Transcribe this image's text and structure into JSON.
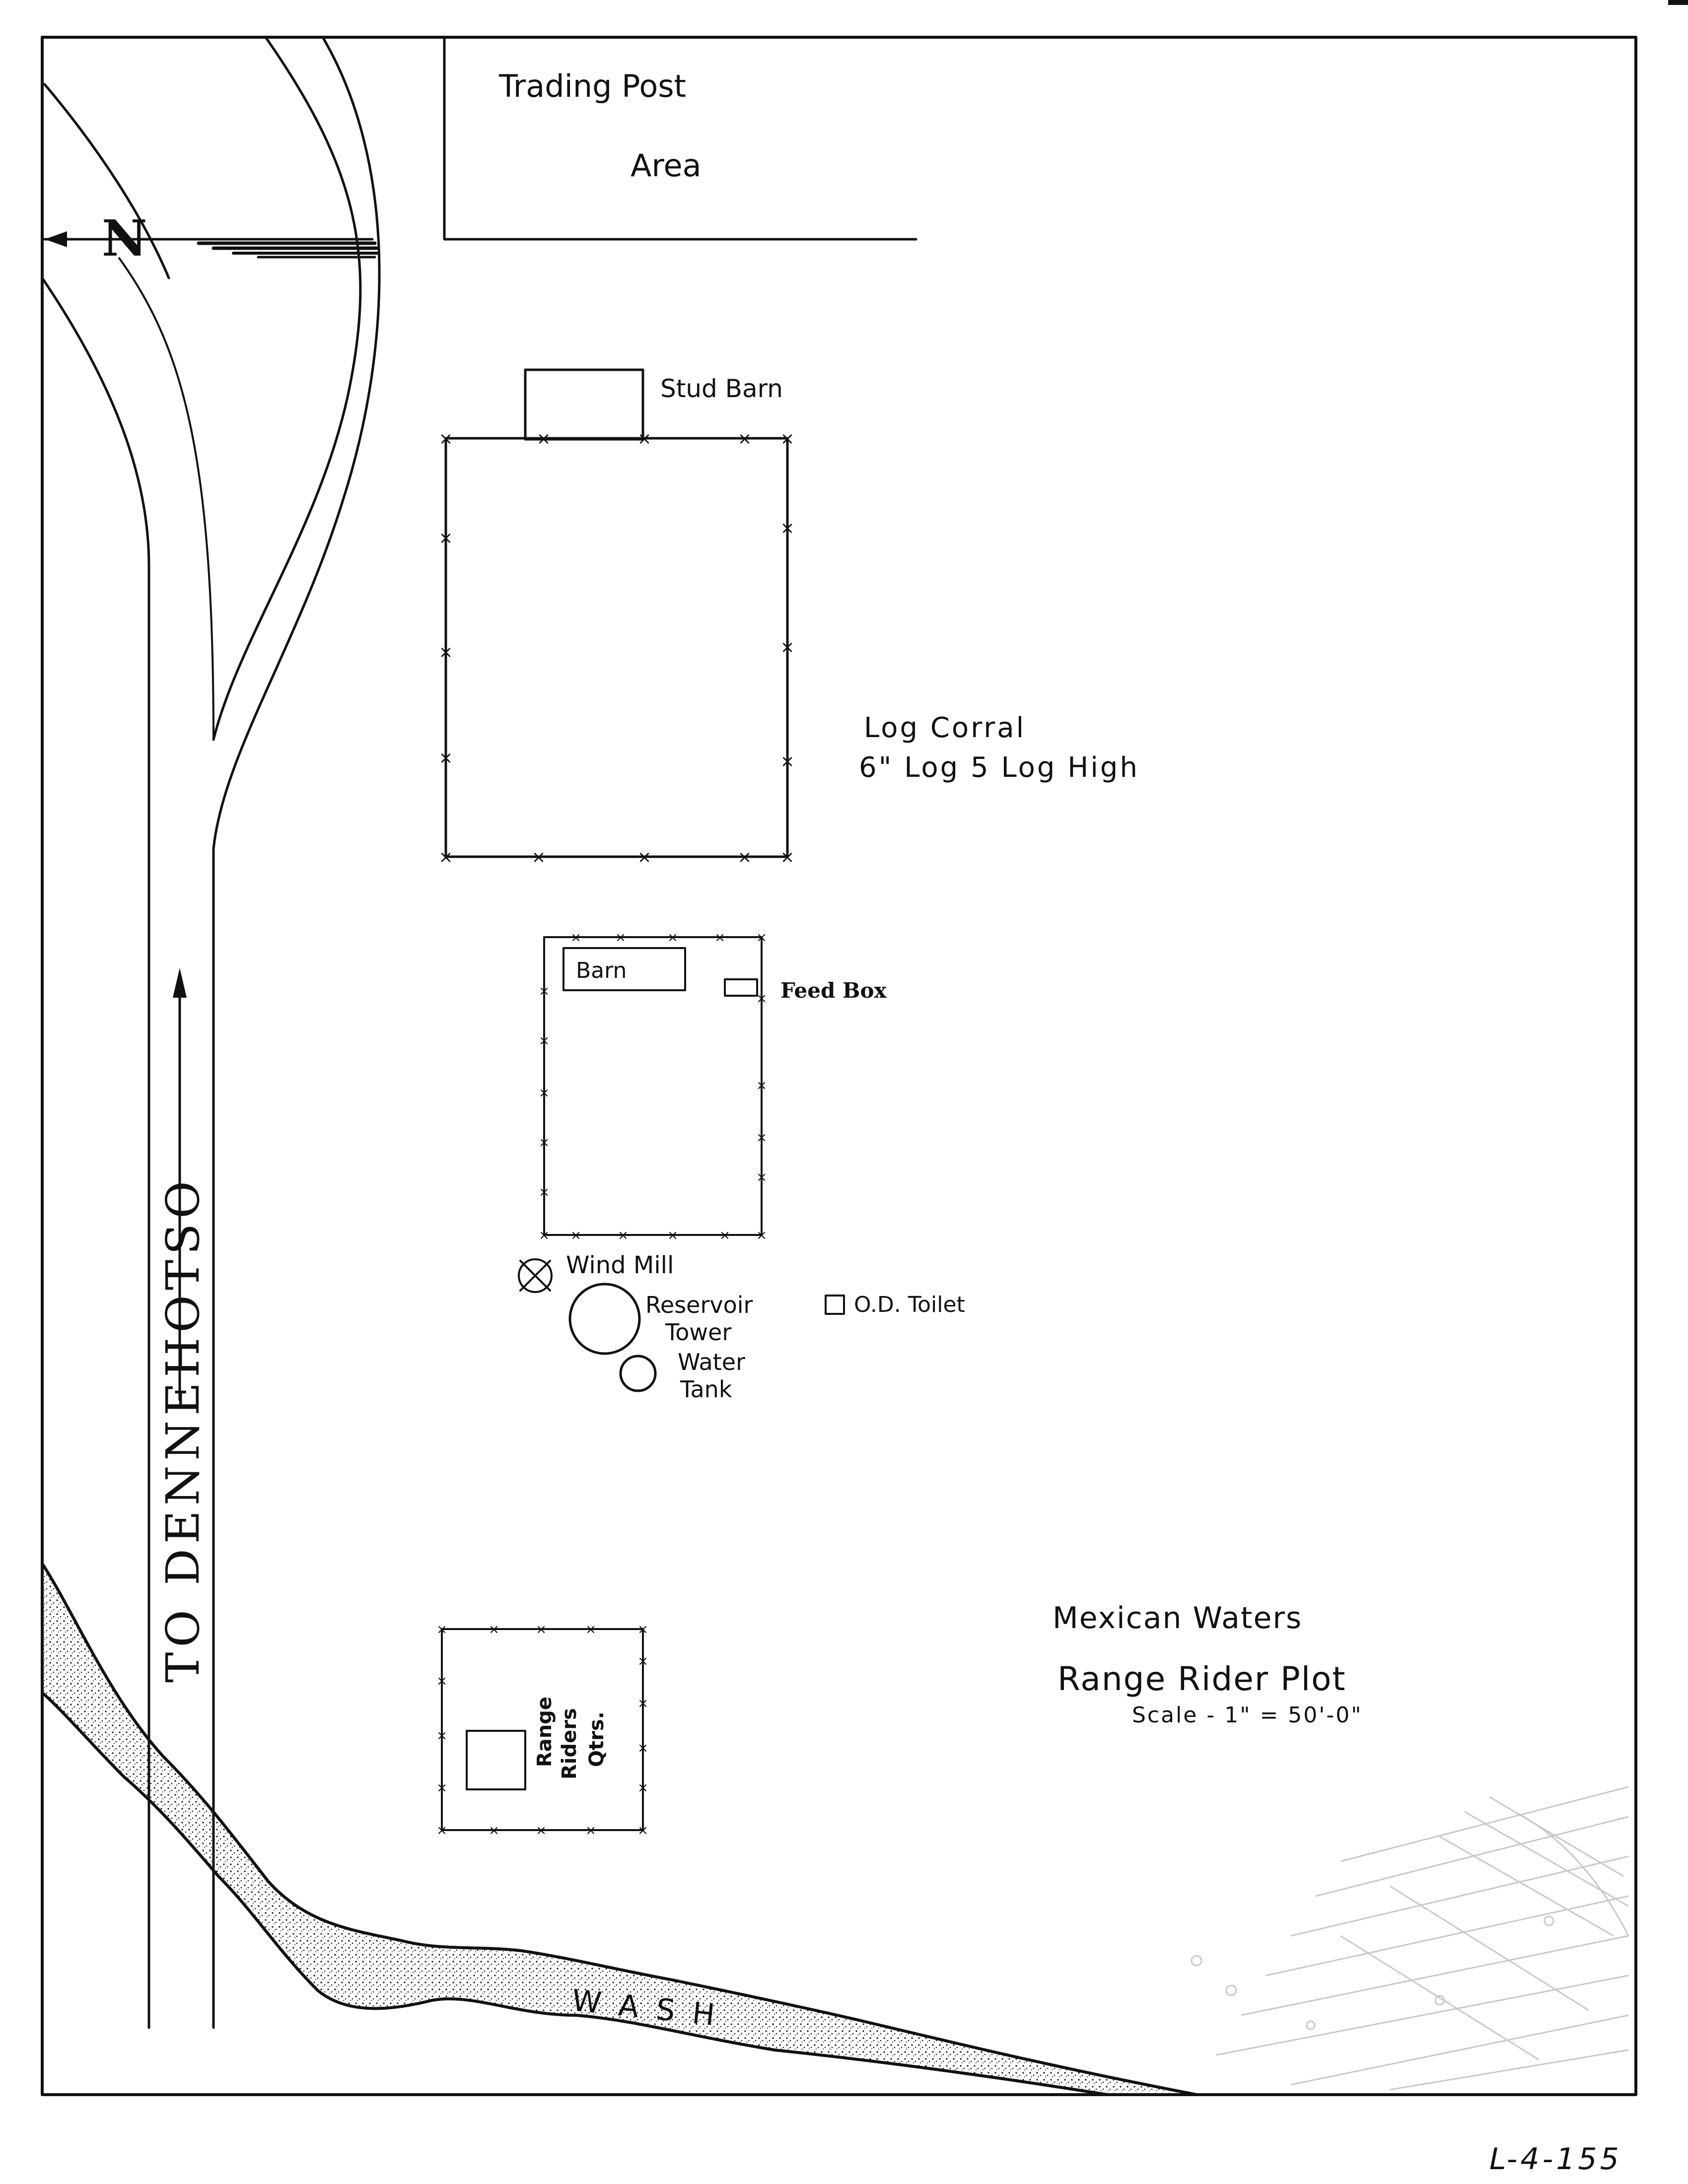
{
  "labels": {
    "trading_post_line1": "Trading Post",
    "trading_post_line2": "Area",
    "north": "N",
    "stud_barn": "Stud Barn",
    "corral_line1": "Log Corral",
    "corral_line2": "6\" Log 5 Log High",
    "barn": "Barn",
    "feed_box": "Feed Box",
    "windmill": "Wind Mill",
    "reservoir_line1": "Reservoir",
    "reservoir_line2": "Tower",
    "toilet": "O.D. Toilet",
    "water_tank_line1": "Water",
    "water_tank_line2": "Tank",
    "range_riders_line1": "Range",
    "range_riders_line2": "Riders",
    "range_riders_line3": "Qtrs.",
    "road": "TO DENNEHOTSO",
    "wash": "W A S H",
    "title_line1": "Mexican Waters",
    "title_line2": "Range Rider Plot",
    "scale": "Scale - 1\" = 50'-0\"",
    "drawing_number": "L-4-155"
  },
  "colors": {
    "ink": "#111111",
    "paper": "#ffffff",
    "hatch": "#c8c8c8"
  }
}
